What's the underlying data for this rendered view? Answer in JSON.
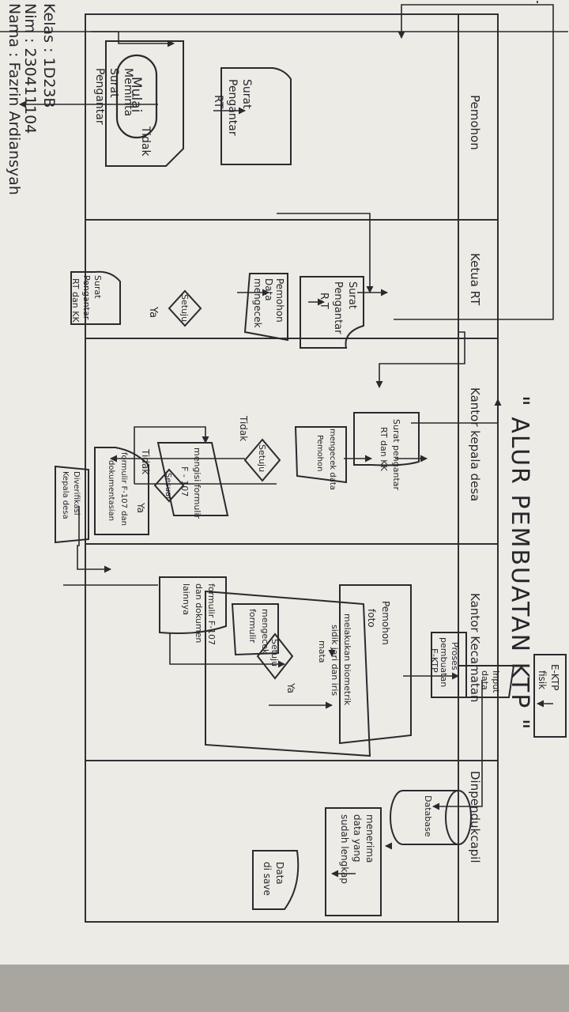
{
  "header": {
    "name_label": "Nama : Fazrin Ardiansyah",
    "nim_label": "Nim : 230411104",
    "kelas_label": "Kelas : 1D23B"
  },
  "title": "\" ALUR PEMBUATAN KTP \"",
  "lanes": [
    "Pemohon",
    "Ketua RT",
    "Kantor kepala desa",
    "Kantor Kecamatan",
    "Dinpendukcapil"
  ],
  "nodes": {
    "mulai": "Mulai",
    "meminta": [
      "Meminta",
      "Surat",
      "Pengantar"
    ],
    "surat_rt_pemohon": [
      "Surat",
      "Pengantar",
      "RT"
    ],
    "surat_rt_ketua": [
      "Surat",
      "Pengantar",
      "R.T"
    ],
    "mengecek_ketua": [
      "mengecek",
      "Data",
      "Pemohon"
    ],
    "setuju_ketua": "Setuju",
    "surat_rt_kk": [
      "Surat",
      "Pengantar",
      "RT dan KK"
    ],
    "surat_desa": [
      "Surat pengantar",
      "RT dan KK"
    ],
    "mengecek_desa": [
      "mengecek data",
      "Pemohon"
    ],
    "setuju_desa": "Setuju",
    "mengisi": [
      "mengisi formulir",
      "F - 107"
    ],
    "sesuai": "Sesuai",
    "formulir_dok_desa": [
      "formulir F-107 dan",
      "dokumentasian"
    ],
    "diverifikasi": [
      "Diverifikasi",
      "Kepala desa"
    ],
    "formulir_kec": [
      "formulir F-107",
      "dan dokumen",
      "lainnya"
    ],
    "mengecek_formulir": [
      "mengecek",
      "formulir"
    ],
    "setuju_kec": "Setuju",
    "biometrik": [
      "melakukan biometrik",
      "sidik jari dan iris",
      "mata"
    ],
    "pemohon_foto": [
      "Pemohon",
      "foto"
    ],
    "proses": [
      "Proses",
      "pembuatan",
      "E-KTP"
    ],
    "input_data": [
      "Input",
      "data"
    ],
    "ektp_fisik": [
      "E-KTP",
      "fisik"
    ],
    "database": "Database",
    "menerima": [
      "menerima",
      "data yang",
      "sudah lengkap"
    ],
    "data_disave": [
      "Data",
      "di save"
    ]
  },
  "edge_labels": {
    "tidak_1": "Tidak",
    "ya_1": "Ya",
    "tidak_2": "Tidak",
    "tidak_3": "Tidak",
    "ya_2": "Ya",
    "ya_3": "Ya"
  }
}
